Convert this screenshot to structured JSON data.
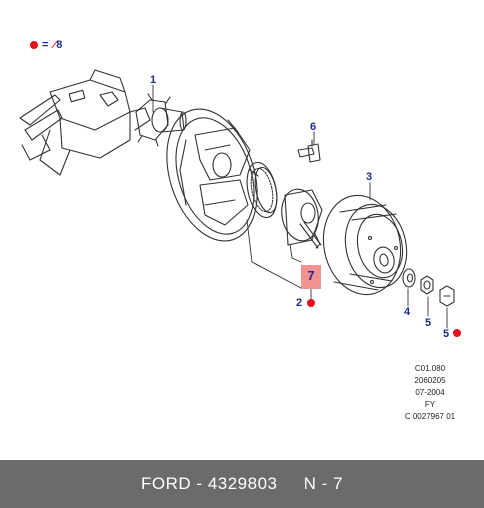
{
  "legend": {
    "equals": "=",
    "symbol": "⁄",
    "value": "8"
  },
  "callouts": {
    "c1": "1",
    "c2": "2",
    "c3": "3",
    "c4": "4",
    "c5a": "5",
    "c5b": "5",
    "c6": "6",
    "c7": "7"
  },
  "reference_codes": [
    "C01.080",
    "2060205",
    "07-2004",
    "FY",
    "C 0027967 01"
  ],
  "footer": {
    "brand": "FORD",
    "separator": " - ",
    "part_number": "4329803",
    "gap": "     ",
    "position": "N - 7"
  },
  "colors": {
    "callout": "#1d2a8c",
    "marker": "#e8101c",
    "highlight": "#f08080",
    "footer_bg": "#6b6b6b"
  }
}
